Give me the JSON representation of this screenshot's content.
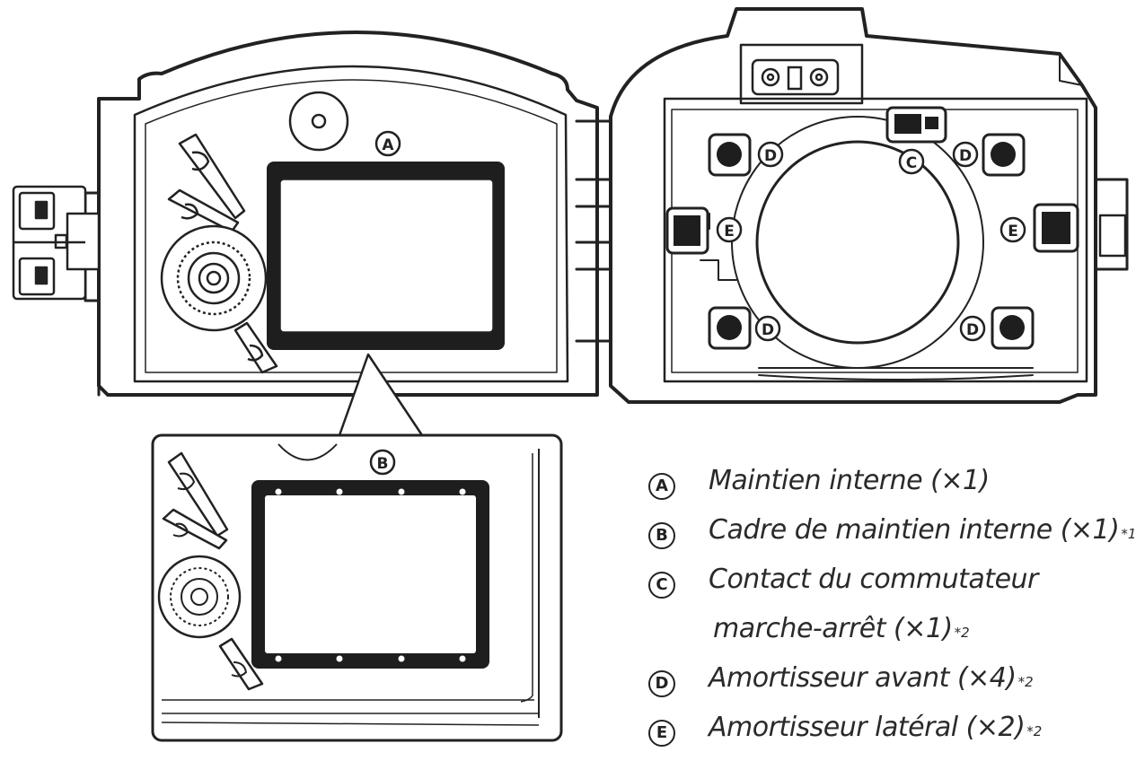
{
  "callout_labels": {
    "a": "A",
    "b": "B",
    "c": "C",
    "d": "D",
    "e": "E"
  },
  "legend": [
    {
      "letter": "A",
      "text": "Maintien interne (×1)",
      "note": ""
    },
    {
      "letter": "B",
      "text": "Cadre de maintien interne (×1)",
      "note": "*1"
    },
    {
      "letter": "C",
      "text": "Contact du commutateur",
      "note": ""
    },
    {
      "letter": "",
      "text": "marche-arrêt (×1)",
      "note": "*2"
    },
    {
      "letter": "D",
      "text": "Amortisseur avant (×4)",
      "note": "*2"
    },
    {
      "letter": "E",
      "text": "Amortisseur latéral (×2)",
      "note": "*2"
    }
  ]
}
